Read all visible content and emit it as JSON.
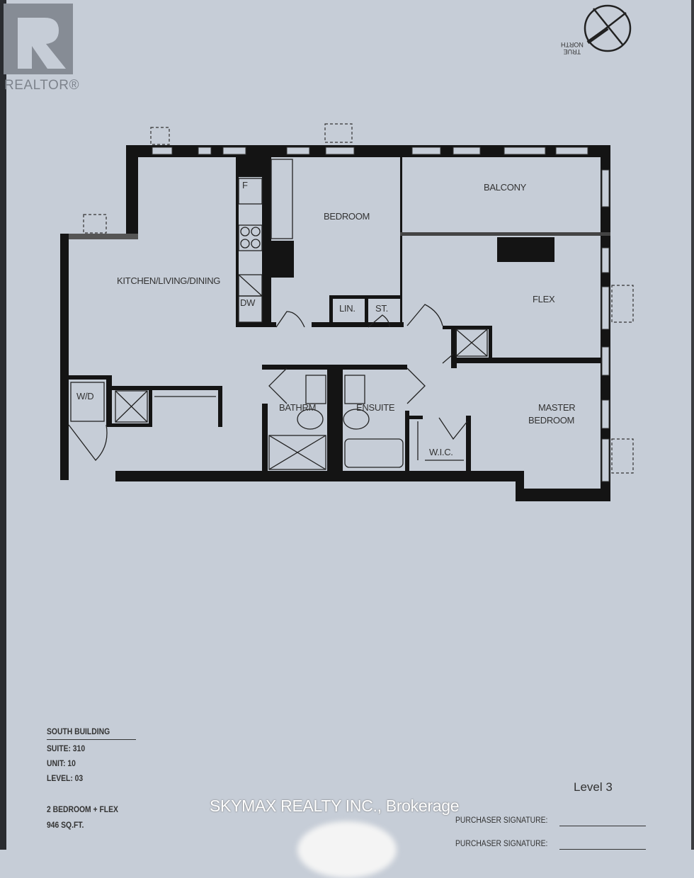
{
  "logo": {
    "text": "REALTOR®"
  },
  "compass": {
    "label_line1": "TRUE",
    "label_line2": "NORTH"
  },
  "rooms": {
    "kitchen": "KITCHEN/LIVING/DINING",
    "bedroom": "BEDROOM",
    "balcony": "BALCONY",
    "flex": "FLEX",
    "lin": "LIN.",
    "st": "ST.",
    "bathrm": "BATHRM",
    "ensuite": "ENSUITE",
    "master_line1": "MASTER",
    "master_line2": "BEDROOM",
    "wic": "W.I.C.",
    "wd": "W/D",
    "fridge": "F",
    "dw": "DW"
  },
  "suite_info": {
    "building": "SOUTH BUILDING",
    "suite": "SUITE: 310",
    "unit": "UNIT: 10",
    "level": "LEVEL: 03",
    "type": "2 BEDROOM + FLEX",
    "area": "946 SQ.FT."
  },
  "key_plan": {
    "label": "Level 3"
  },
  "signatures": {
    "line1": "PURCHASER SIGNATURE:",
    "line2": "PURCHASER SIGNATURE:"
  },
  "watermark": "SKYMAX REALTY INC., Brokerage",
  "colors": {
    "paper": "#c6cdd7",
    "walls": "#141414"
  }
}
